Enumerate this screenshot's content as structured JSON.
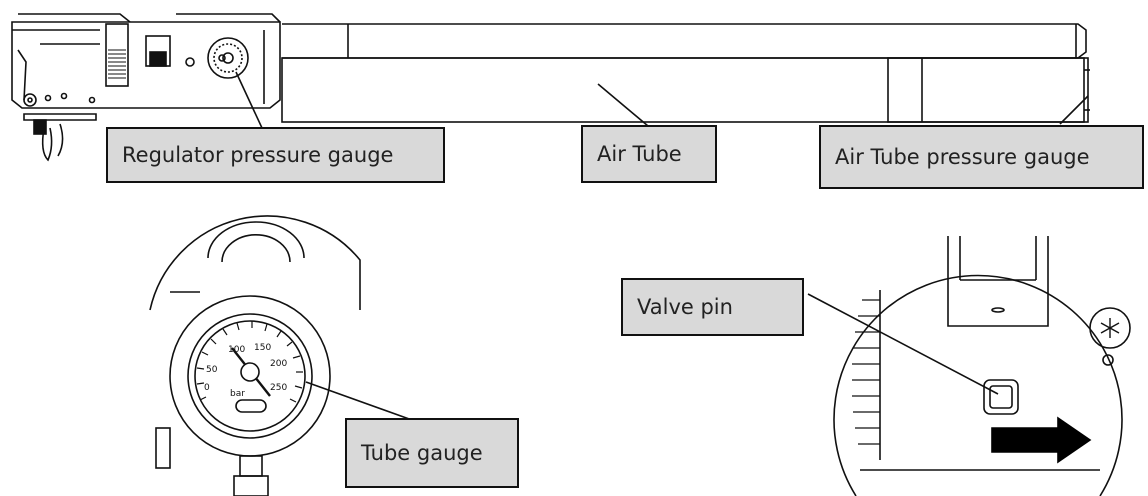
{
  "callouts": {
    "regulator_gauge": "Regulator pressure gauge",
    "air_tube": "Air Tube",
    "air_tube_gauge": "Air Tube pressure gauge",
    "valve_pin": "Valve pin",
    "tube_gauge": "Tube gauge"
  },
  "gauge_scale": {
    "ticks": [
      "0",
      "50",
      "100",
      "150",
      "200",
      "250"
    ],
    "unit": "bar"
  },
  "colors": {
    "line": "#111111",
    "callout_fill": "#d9d9d9",
    "arrow": "#000000"
  }
}
